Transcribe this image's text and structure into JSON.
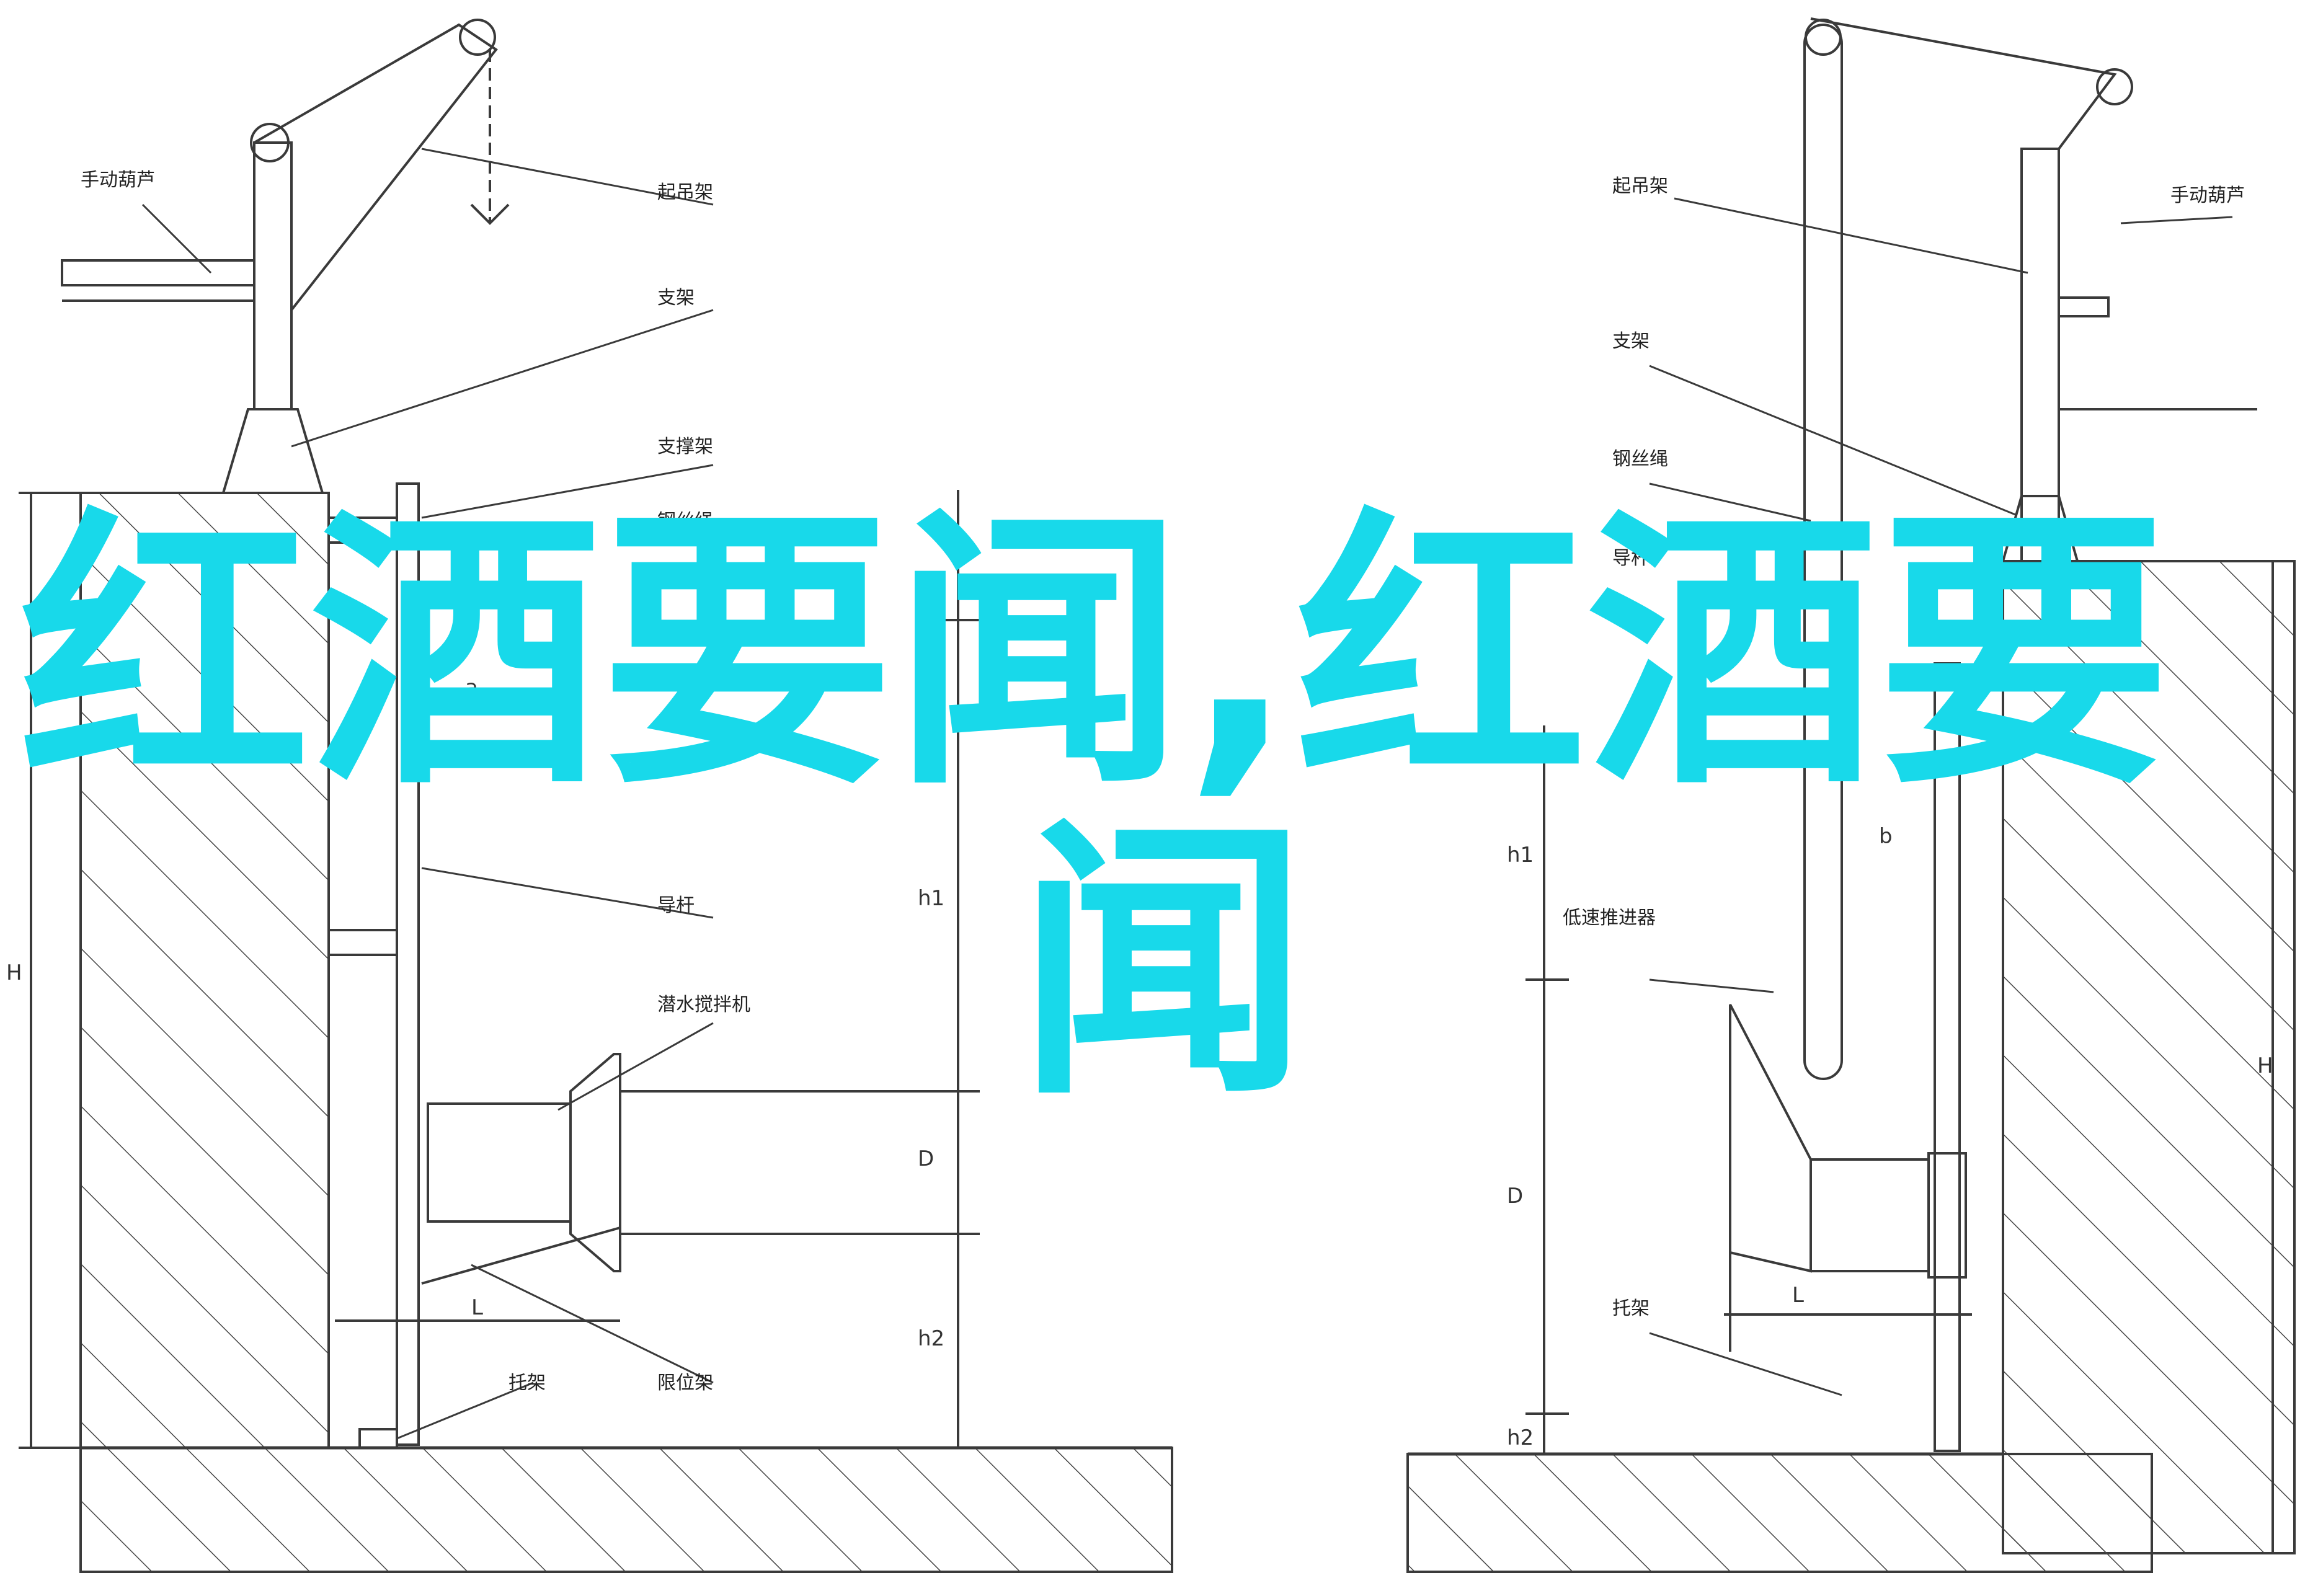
{
  "overlay": {
    "line1": "红酒要闻,红酒要",
    "line2": "闻",
    "color": "#18d9ea"
  },
  "left_diagram": {
    "labels": {
      "hand_hoist": "手动葫芦",
      "lifting_frame": "起吊架",
      "bracket": "支架",
      "support_frame": "支撑架",
      "wire_rope": "钢丝绳",
      "guide_rod": "导杆",
      "mixer": "潜水搅拌机",
      "limit_frame": "限位架",
      "bottom_bracket": "托架"
    },
    "dims": {
      "a": "a",
      "h1": "h1",
      "D": "D",
      "h2": "h2",
      "L": "L",
      "H": "H"
    }
  },
  "right_diagram": {
    "labels": {
      "lifting_frame": "起吊架",
      "hand_hoist": "手动葫芦",
      "bracket": "支架",
      "wire_rope": "钢丝绳",
      "guide_rod": "导杆",
      "thruster": "低速推进器",
      "bottom_bracket": "托架"
    },
    "dims": {
      "b": "b",
      "h1": "h1",
      "D": "D",
      "h2": "h2",
      "L": "L",
      "H": "H"
    }
  },
  "colors": {
    "line": "#3a3a3a",
    "background": "#ffffff"
  }
}
